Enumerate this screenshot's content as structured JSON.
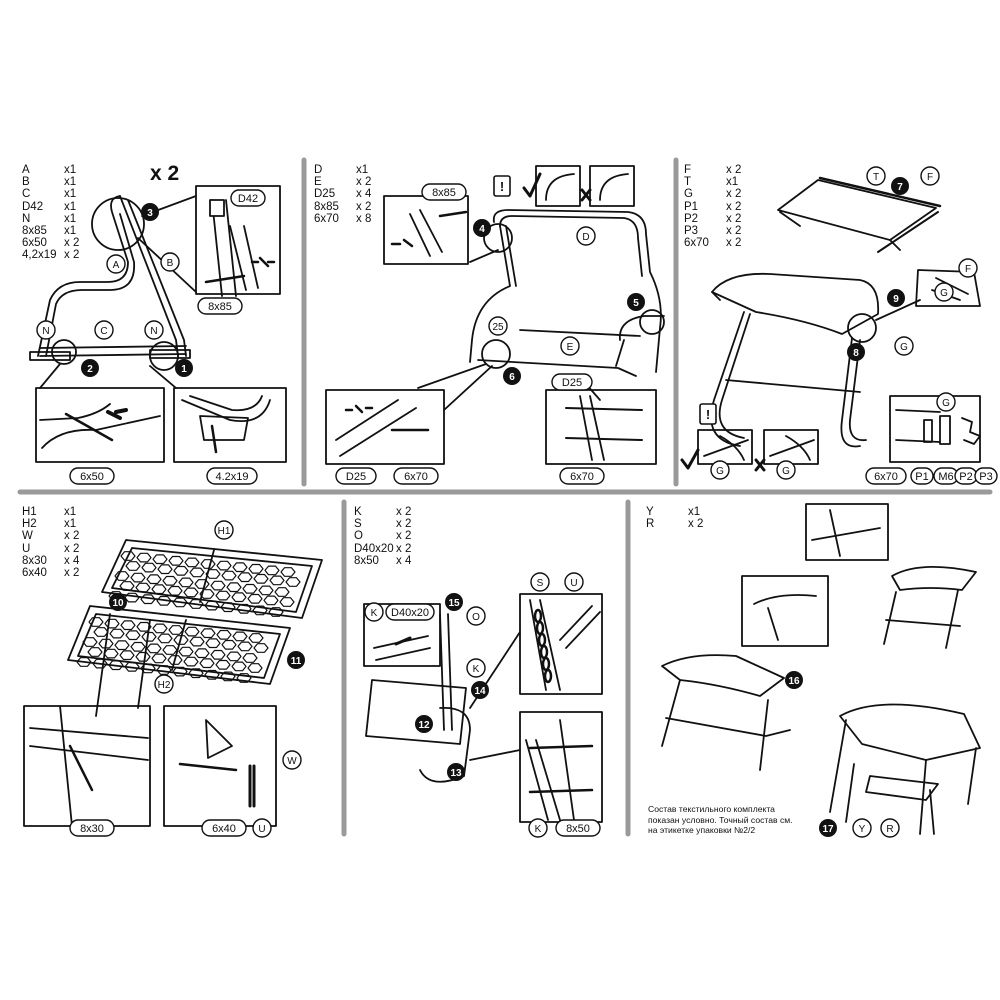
{
  "multiplier": "x 2",
  "parts_lists": [
    {
      "items": [
        {
          "code": "A",
          "qty": "x1"
        },
        {
          "code": "B",
          "qty": "x1"
        },
        {
          "code": "C",
          "qty": "x1"
        },
        {
          "code": "D42",
          "qty": "x1"
        },
        {
          "code": "N",
          "qty": "x1"
        },
        {
          "code": "8x85",
          "qty": "x1"
        },
        {
          "code": "6x50",
          "qty": "x 2"
        },
        {
          "code": "4,2x19",
          "qty": "x 2"
        }
      ]
    },
    {
      "items": [
        {
          "code": "D",
          "qty": "x1"
        },
        {
          "code": "E",
          "qty": "x 2"
        },
        {
          "code": "D25",
          "qty": "x 4"
        },
        {
          "code": "8x85",
          "qty": "x 2"
        },
        {
          "code": "6x70",
          "qty": "x 8"
        }
      ]
    },
    {
      "items": [
        {
          "code": "F",
          "qty": "x 2"
        },
        {
          "code": "T",
          "qty": "x1"
        },
        {
          "code": "G",
          "qty": "x 2"
        },
        {
          "code": "P1",
          "qty": "x 2"
        },
        {
          "code": "P2",
          "qty": "x 2"
        },
        {
          "code": "P3",
          "qty": "x 2"
        },
        {
          "code": "6x70",
          "qty": "x 2"
        }
      ]
    },
    {
      "items": [
        {
          "code": "H1",
          "qty": "x1"
        },
        {
          "code": "H2",
          "qty": "x1"
        },
        {
          "code": "W",
          "qty": "x 2"
        },
        {
          "code": "U",
          "qty": "x 2"
        },
        {
          "code": "8x30",
          "qty": "x 4"
        },
        {
          "code": "6x40",
          "qty": "x 2"
        }
      ]
    },
    {
      "items": [
        {
          "code": "K",
          "qty": "x 2"
        },
        {
          "code": "S",
          "qty": "x 2"
        },
        {
          "code": "O",
          "qty": "x 2"
        },
        {
          "code": "D40x20",
          "qty": "x 2"
        },
        {
          "code": "8x50",
          "qty": "x 4"
        }
      ]
    },
    {
      "items": [
        {
          "code": "Y",
          "qty": "x1"
        },
        {
          "code": "R",
          "qty": "x 2"
        }
      ]
    }
  ],
  "labels": {
    "A": "A",
    "B": "B",
    "C": "C",
    "N": "N",
    "D": "D",
    "E": "E",
    "F": "F",
    "T": "T",
    "G": "G",
    "H1": "H1",
    "H2": "H2",
    "W": "W",
    "U": "U",
    "K": "K",
    "S": "S",
    "O": "O",
    "Y": "Y",
    "R": "R",
    "n25": "25"
  },
  "tags": {
    "D42": "D42",
    "s8x85a": "8x85",
    "s6x50": "6x50",
    "s42x19": "4.2x19",
    "s8x85b": "8x85",
    "D25a": "D25",
    "s6x70a": "6x70",
    "D25b": "D25",
    "s6x70b": "6x70",
    "s6x70c": "6x70",
    "P1": "P1",
    "M6": "M6",
    "P2": "P2",
    "P3": "P3",
    "s8x30": "8x30",
    "s6x40": "6x40",
    "D40x20": "D40x20",
    "s8x50": "8x50"
  },
  "steps": [
    "1",
    "2",
    "3",
    "4",
    "5",
    "6",
    "7",
    "8",
    "9",
    "10",
    "11",
    "12",
    "13",
    "14",
    "15",
    "16",
    "17"
  ],
  "warning_mark": "!",
  "note": [
    "Состав текстильного комплекта",
    "показан условно. Точный состав см.",
    "на этикетке упаковки №2/2"
  ]
}
